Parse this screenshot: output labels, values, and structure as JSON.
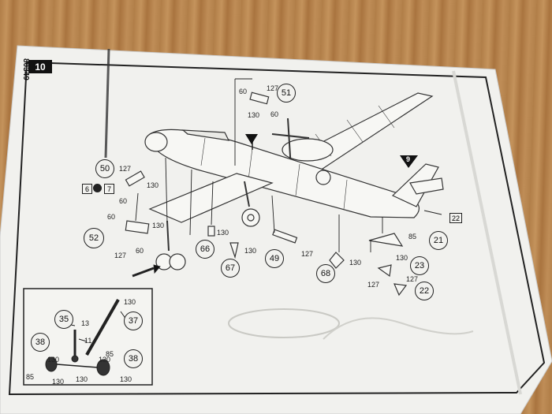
{
  "sheet": {
    "code": "80349",
    "step": "10"
  },
  "callouts": [
    {
      "id": "c51",
      "text": "51"
    },
    {
      "id": "c50",
      "text": "50"
    },
    {
      "id": "c52",
      "text": "52"
    },
    {
      "id": "c66",
      "text": "66"
    },
    {
      "id": "c67",
      "text": "67"
    },
    {
      "id": "c49",
      "text": "49"
    },
    {
      "id": "c68",
      "text": "68"
    },
    {
      "id": "c21",
      "text": "21"
    },
    {
      "id": "c23",
      "text": "23"
    },
    {
      "id": "c22",
      "text": "22"
    },
    {
      "id": "c35",
      "text": "35"
    },
    {
      "id": "c37",
      "text": "37"
    },
    {
      "id": "c38a",
      "text": "38"
    },
    {
      "id": "c38b",
      "text": "38"
    }
  ],
  "labels": {
    "l60a": "60",
    "l127a": "127",
    "l130a": "130",
    "l60b": "60",
    "l127b": "127",
    "l130b": "130",
    "l60c": "60",
    "l60d": "60",
    "l130c": "130",
    "l127c": "127",
    "l60e": "60",
    "l130d": "130",
    "l130e": "130",
    "l127d": "127",
    "l130f": "130",
    "l85a": "85",
    "l130g": "130",
    "l127e": "127",
    "l127f": "127",
    "l130h": "130",
    "l13": "13",
    "l11": "11",
    "l130i": "130",
    "l85b": "85",
    "l130j": "130",
    "l130k": "130",
    "l85c": "85",
    "l130l": "130",
    "l130m": "130"
  },
  "markers": {
    "step9": "9",
    "ref22": "22",
    "seq": [
      "6",
      "7"
    ]
  }
}
